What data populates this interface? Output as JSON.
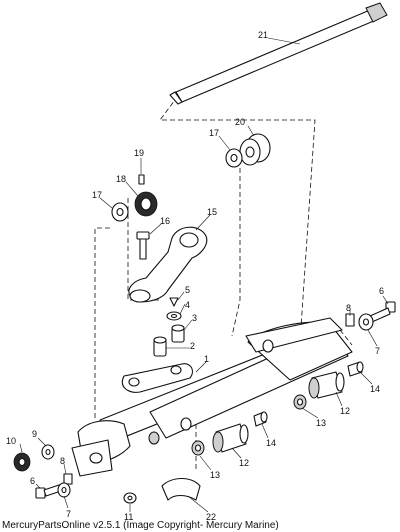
{
  "callouts": {
    "c1": "1",
    "c2": "2",
    "c3": "3",
    "c4": "4",
    "c5": "5",
    "c6": "6",
    "c7": "7",
    "c7b": "7",
    "c8": "8",
    "c8b": "8",
    "c9": "9",
    "c10": "10",
    "c11": "11",
    "c12": "12",
    "c12b": "12",
    "c13": "13",
    "c13b": "13",
    "c14": "14",
    "c14b": "14",
    "c15": "15",
    "c16": "16",
    "c17": "17",
    "c17b": "17",
    "c18": "18",
    "c19": "19",
    "c20": "20",
    "c21": "21",
    "c22": "22"
  },
  "footer": "MercuryPartsOnline v2.5.1 (Image Copyright- Mercury Marine)"
}
